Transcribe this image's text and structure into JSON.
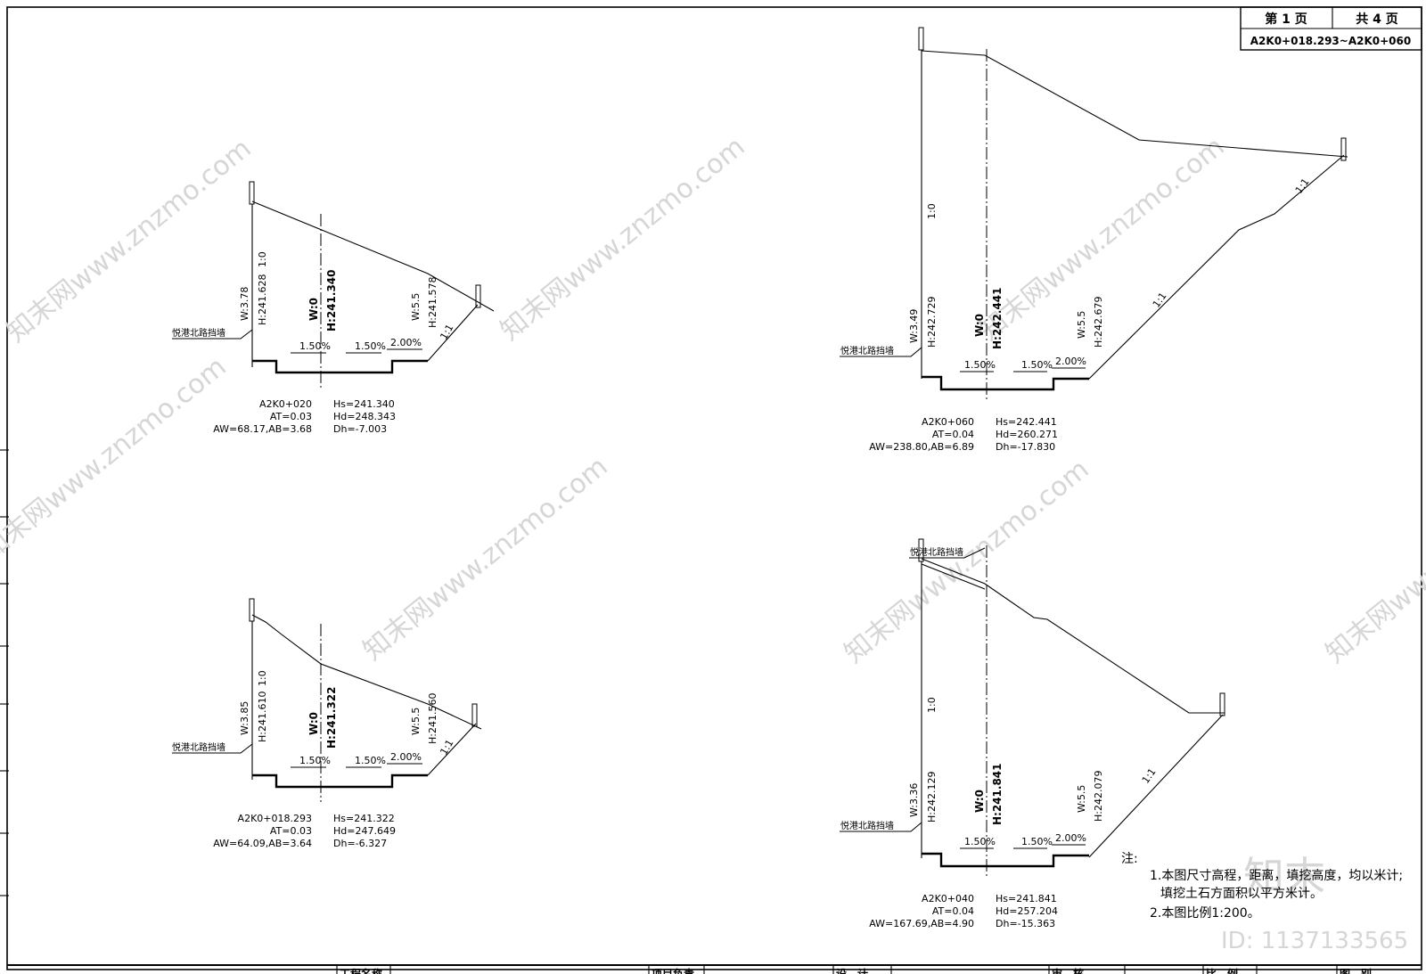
{
  "title_block": {
    "page_label": "第 1 页",
    "total_label": "共 4 页",
    "range": "A2K0+018.293~A2K0+060"
  },
  "sections": {
    "s020": {
      "wall_label": "悦港北路挡墙",
      "left_w": "W:3.78",
      "left_h": "H:241.628",
      "center_w": "W:0",
      "center_h": "H:241.340",
      "right_w": "W:5.5",
      "right_h": "H:241.578",
      "slope_cut": "1:0",
      "slope_fill": "1:1",
      "grade_left": "1.50%",
      "grade_right": "1.50%",
      "grade_shoulder": "2.00%",
      "station": "A2K0+020",
      "at": "AT=0.03",
      "aw": "AW=68.17,AB=3.68",
      "hs": "Hs=241.340",
      "hd": "Hd=248.343",
      "dh": "Dh=-7.003"
    },
    "s018": {
      "wall_label": "悦港北路挡墙",
      "left_w": "W:3.85",
      "left_h": "H:241.610",
      "center_w": "W:0",
      "center_h": "H:241.322",
      "right_w": "W:5.5",
      "right_h": "H:241.560",
      "slope_cut": "1:0",
      "slope_fill": "1:1",
      "grade_left": "1.50%",
      "grade_right": "1.50%",
      "grade_shoulder": "2.00%",
      "station": "A2K0+018.293",
      "at": "AT=0.03",
      "aw": "AW=64.09,AB=3.64",
      "hs": "Hs=241.322",
      "hd": "Hd=247.649",
      "dh": "Dh=-6.327"
    },
    "s060": {
      "wall_label": "悦港北路挡墙",
      "left_w": "W:3.49",
      "left_h": "H:242.729",
      "center_w": "W:0",
      "center_h": "H:242.441",
      "right_w": "W:5.5",
      "right_h": "H:242.679",
      "slope_cut": "1:0",
      "slope_fill_upper": "1:1",
      "slope_fill_lower": "1:1",
      "grade_left": "1.50%",
      "grade_right": "1.50%",
      "grade_shoulder": "2.00%",
      "station": "A2K0+060",
      "at": "AT=0.04",
      "aw": "AW=238.80,AB=6.89",
      "hs": "Hs=242.441",
      "hd": "Hd=260.271",
      "dh": "Dh=-17.830"
    },
    "s040": {
      "wall_label": "悦港北路挡墙",
      "left_w": "W:3.36",
      "left_h": "H:242.129",
      "center_w": "W:0",
      "center_h": "H:241.841",
      "right_w": "W:5.5",
      "right_h": "H:242.079",
      "slope_cut": "1:0",
      "slope_fill": "1:1",
      "grade_left": "1.50%",
      "grade_right": "1.50%",
      "grade_shoulder": "2.00%",
      "station": "A2K0+040",
      "at": "AT=0.04",
      "aw": "AW=167.69,AB=4.90",
      "hs": "Hs=241.841",
      "hd": "Hd=257.204",
      "dh": "Dh=-15.363"
    }
  },
  "notes": {
    "heading": "注:",
    "line1": "1.本图尺寸高程，距离，填挖高度，均以米计;",
    "line2": "填挖土石方面积以平方米计。",
    "line3": "2.本图比例1:200。"
  },
  "bottom_bar": {
    "project_name_label": "工程名称",
    "project_lead_label": "项目负责",
    "design_label": "设　计",
    "review_label": "审　核",
    "scale_label": "比　例",
    "drawing_no_label": "图　别"
  },
  "watermark": {
    "text": "知末网www.znzmo.com",
    "brand": "知末",
    "id_text": "ID: 1137133565"
  }
}
